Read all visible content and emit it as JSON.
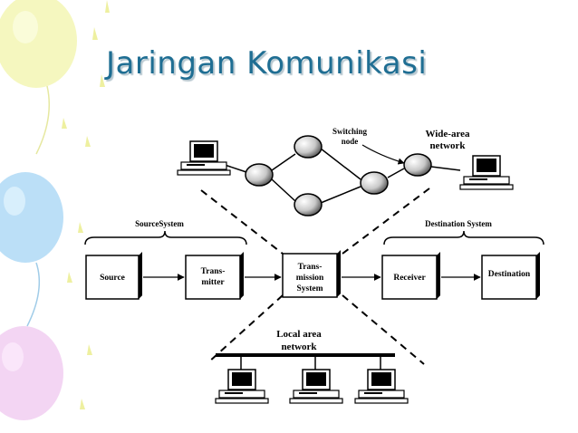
{
  "slide": {
    "title": "Jaringan Komunikasi"
  },
  "diagram": {
    "wan": {
      "switching_node_line1": "Switching",
      "switching_node_line2": "node",
      "label_line1": "Wide-area",
      "label_line2": "network"
    },
    "source_system": {
      "label": "SourceSystem",
      "source": "Source",
      "transmitter_line1": "Trans-",
      "transmitter_line2": "mitter"
    },
    "transmission_system": {
      "line1": "Trans-",
      "line2": "mission",
      "line3": "System"
    },
    "destination_system": {
      "label": "Destination System",
      "receiver": "Receiver",
      "destination": "Destination"
    },
    "lan": {
      "label_line1": "Local area",
      "label_line2": "network"
    }
  },
  "colors": {
    "title": "#1f6e93",
    "balloon_yellow": "#f2f4a8",
    "balloon_blue": "#a8d4f4",
    "balloon_pink": "#f0c8f0"
  }
}
